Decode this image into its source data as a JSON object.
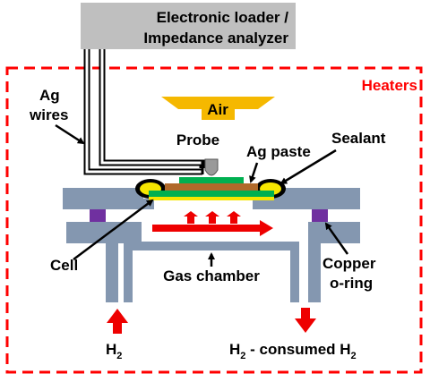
{
  "instrument": {
    "line1": "Electronic loader /",
    "line2": "Impedance analyzer"
  },
  "heaters_label": "Heaters",
  "air_label": "Air",
  "ag_wires": {
    "line1": "Ag",
    "line2": "wires"
  },
  "probe_label": "Probe",
  "ag_paste_label": "Ag paste",
  "sealant_label": "Sealant",
  "cell_label": "Cell",
  "gas_chamber_label": "Gas chamber",
  "copper_oring": {
    "line1": "Copper",
    "line2": "o-ring"
  },
  "h2_in": {
    "base": "H",
    "sub": "2"
  },
  "h2_out": {
    "part1": "H",
    "sub1": "2",
    "part2": " - consumed H",
    "sub2": "2"
  },
  "colors": {
    "frame": "#ff0000",
    "steel": "#8497b0",
    "air_arrow": "#f5b800",
    "paste": "#f5e600",
    "oring": "#7030a0",
    "cell_green": "#00b050",
    "cell_brown": "#b0692a",
    "instrument_box": "#bfbfbf"
  }
}
